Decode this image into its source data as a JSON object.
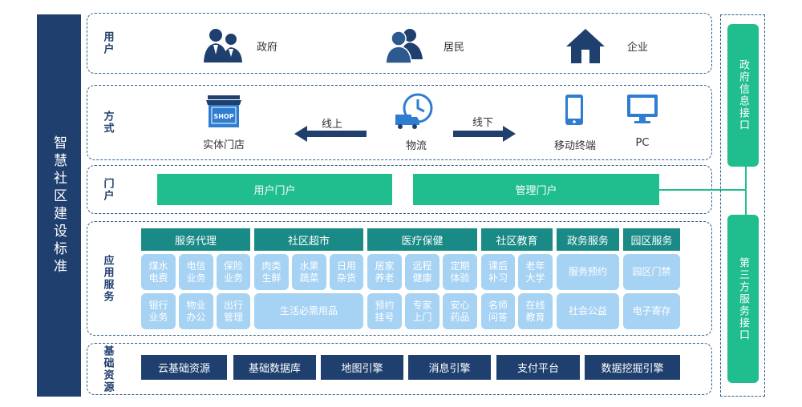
{
  "title": "智慧社区建设标准",
  "rows": {
    "users": {
      "label": "用户",
      "items": [
        "政府",
        "居民",
        "企业"
      ]
    },
    "methods": {
      "label": "方式",
      "store": "实体门店",
      "shop_sign": "SHOP",
      "online": "线上",
      "logistics": "物流",
      "offline": "线下",
      "mobile": "移动终端",
      "pc": "PC"
    },
    "portal": {
      "label": "门户",
      "user_portal": "用户门户",
      "admin_portal": "管理门户"
    },
    "services": {
      "label": "应用服务",
      "headers": [
        "服务代理",
        "社区超市",
        "医疗保健",
        "社区教育",
        "政务服务",
        "园区服务"
      ],
      "cells": {
        "agency": [
          [
            "煤水",
            "电费"
          ],
          [
            "电信",
            "业务"
          ],
          [
            "保险",
            "业务"
          ],
          [
            "银行",
            "业务"
          ],
          [
            "物业",
            "办公"
          ],
          [
            "出行",
            "管理"
          ]
        ],
        "market": [
          [
            "肉类",
            "生鲜"
          ],
          [
            "水果",
            "蔬菜"
          ],
          [
            "日用",
            "杂货"
          ],
          [
            "生活必需用品"
          ]
        ],
        "medical": [
          [
            "居家",
            "养老"
          ],
          [
            "远程",
            "健康"
          ],
          [
            "定期",
            "体验"
          ],
          [
            "预约",
            "挂号"
          ],
          [
            "专家",
            "上门"
          ],
          [
            "安心",
            "药品"
          ]
        ],
        "education": [
          [
            "课后",
            "补习"
          ],
          [
            "老年",
            "大学"
          ],
          [
            "名师",
            "问答"
          ],
          [
            "在线",
            "教育"
          ]
        ],
        "gov": [
          "服务预约",
          "社会公益"
        ],
        "park": [
          "园区门禁",
          "电子寄存"
        ]
      }
    },
    "base": {
      "label": "基础资源",
      "items": [
        "云基础资源",
        "基础数据库",
        "地图引擎",
        "消息引擎",
        "支付平台",
        "数据挖掘引擎"
      ]
    }
  },
  "right": {
    "gov_api": "政府信息接口",
    "third_api": "第三方服务接口"
  },
  "colors": {
    "navy": "#1f3f6e",
    "teal": "#1a8a87",
    "green": "#20bd8f",
    "light_blue": "#a6d2f4"
  }
}
